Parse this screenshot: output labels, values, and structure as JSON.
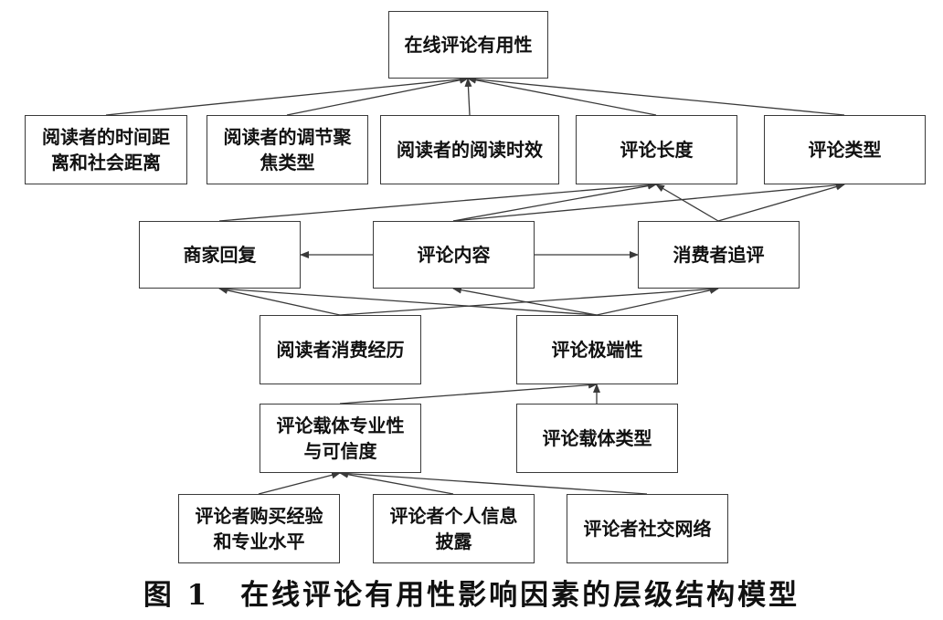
{
  "nodes": {
    "online_review_helpfulness": "在线评论有用性",
    "reader_distance": "阅读者的时间距\n离和社会距离",
    "reader_focus": "阅读者的调节聚\n焦类型",
    "reader_timeliness": "阅读者的阅读时效",
    "review_length": "评论长度",
    "review_type": "评论类型",
    "merchant_reply": "商家回复",
    "review_content": "评论内容",
    "followup_review": "消费者追评",
    "reader_experience": "阅读者消费经历",
    "review_extremity": "评论极端性",
    "platform_credibility": "评论载体专业性\n与可信度",
    "platform_type": "评论载体类型",
    "reviewer_expertise": "评论者购买经验\n和专业水平",
    "reviewer_disclosure": "评论者个人信息\n披露",
    "reviewer_network": "评论者社交网络"
  },
  "caption": "图 1　在线评论有用性影响因素的层级结构模型"
}
